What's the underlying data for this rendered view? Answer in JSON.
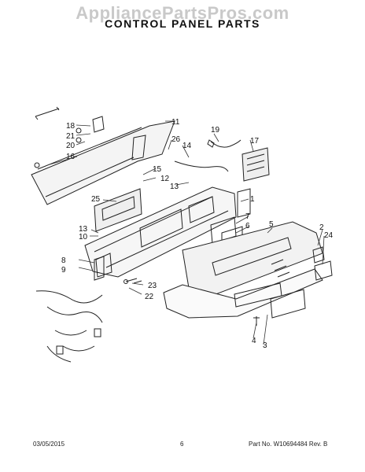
{
  "watermark": "AppliancePartsPros.com",
  "title": "CONTROL PANEL PARTS",
  "callouts": [
    "18",
    "21",
    "20",
    "16",
    "11",
    "26",
    "14",
    "19",
    "17",
    "15",
    "12",
    "13",
    "1",
    "25",
    "7",
    "6",
    "5",
    "2",
    "24",
    "13",
    "10",
    "8",
    "9",
    "23",
    "22",
    "4",
    "3"
  ],
  "footer": {
    "date": "03/05/2015",
    "page": "6",
    "part_no": "Part No. W10694484  Rev. B"
  }
}
